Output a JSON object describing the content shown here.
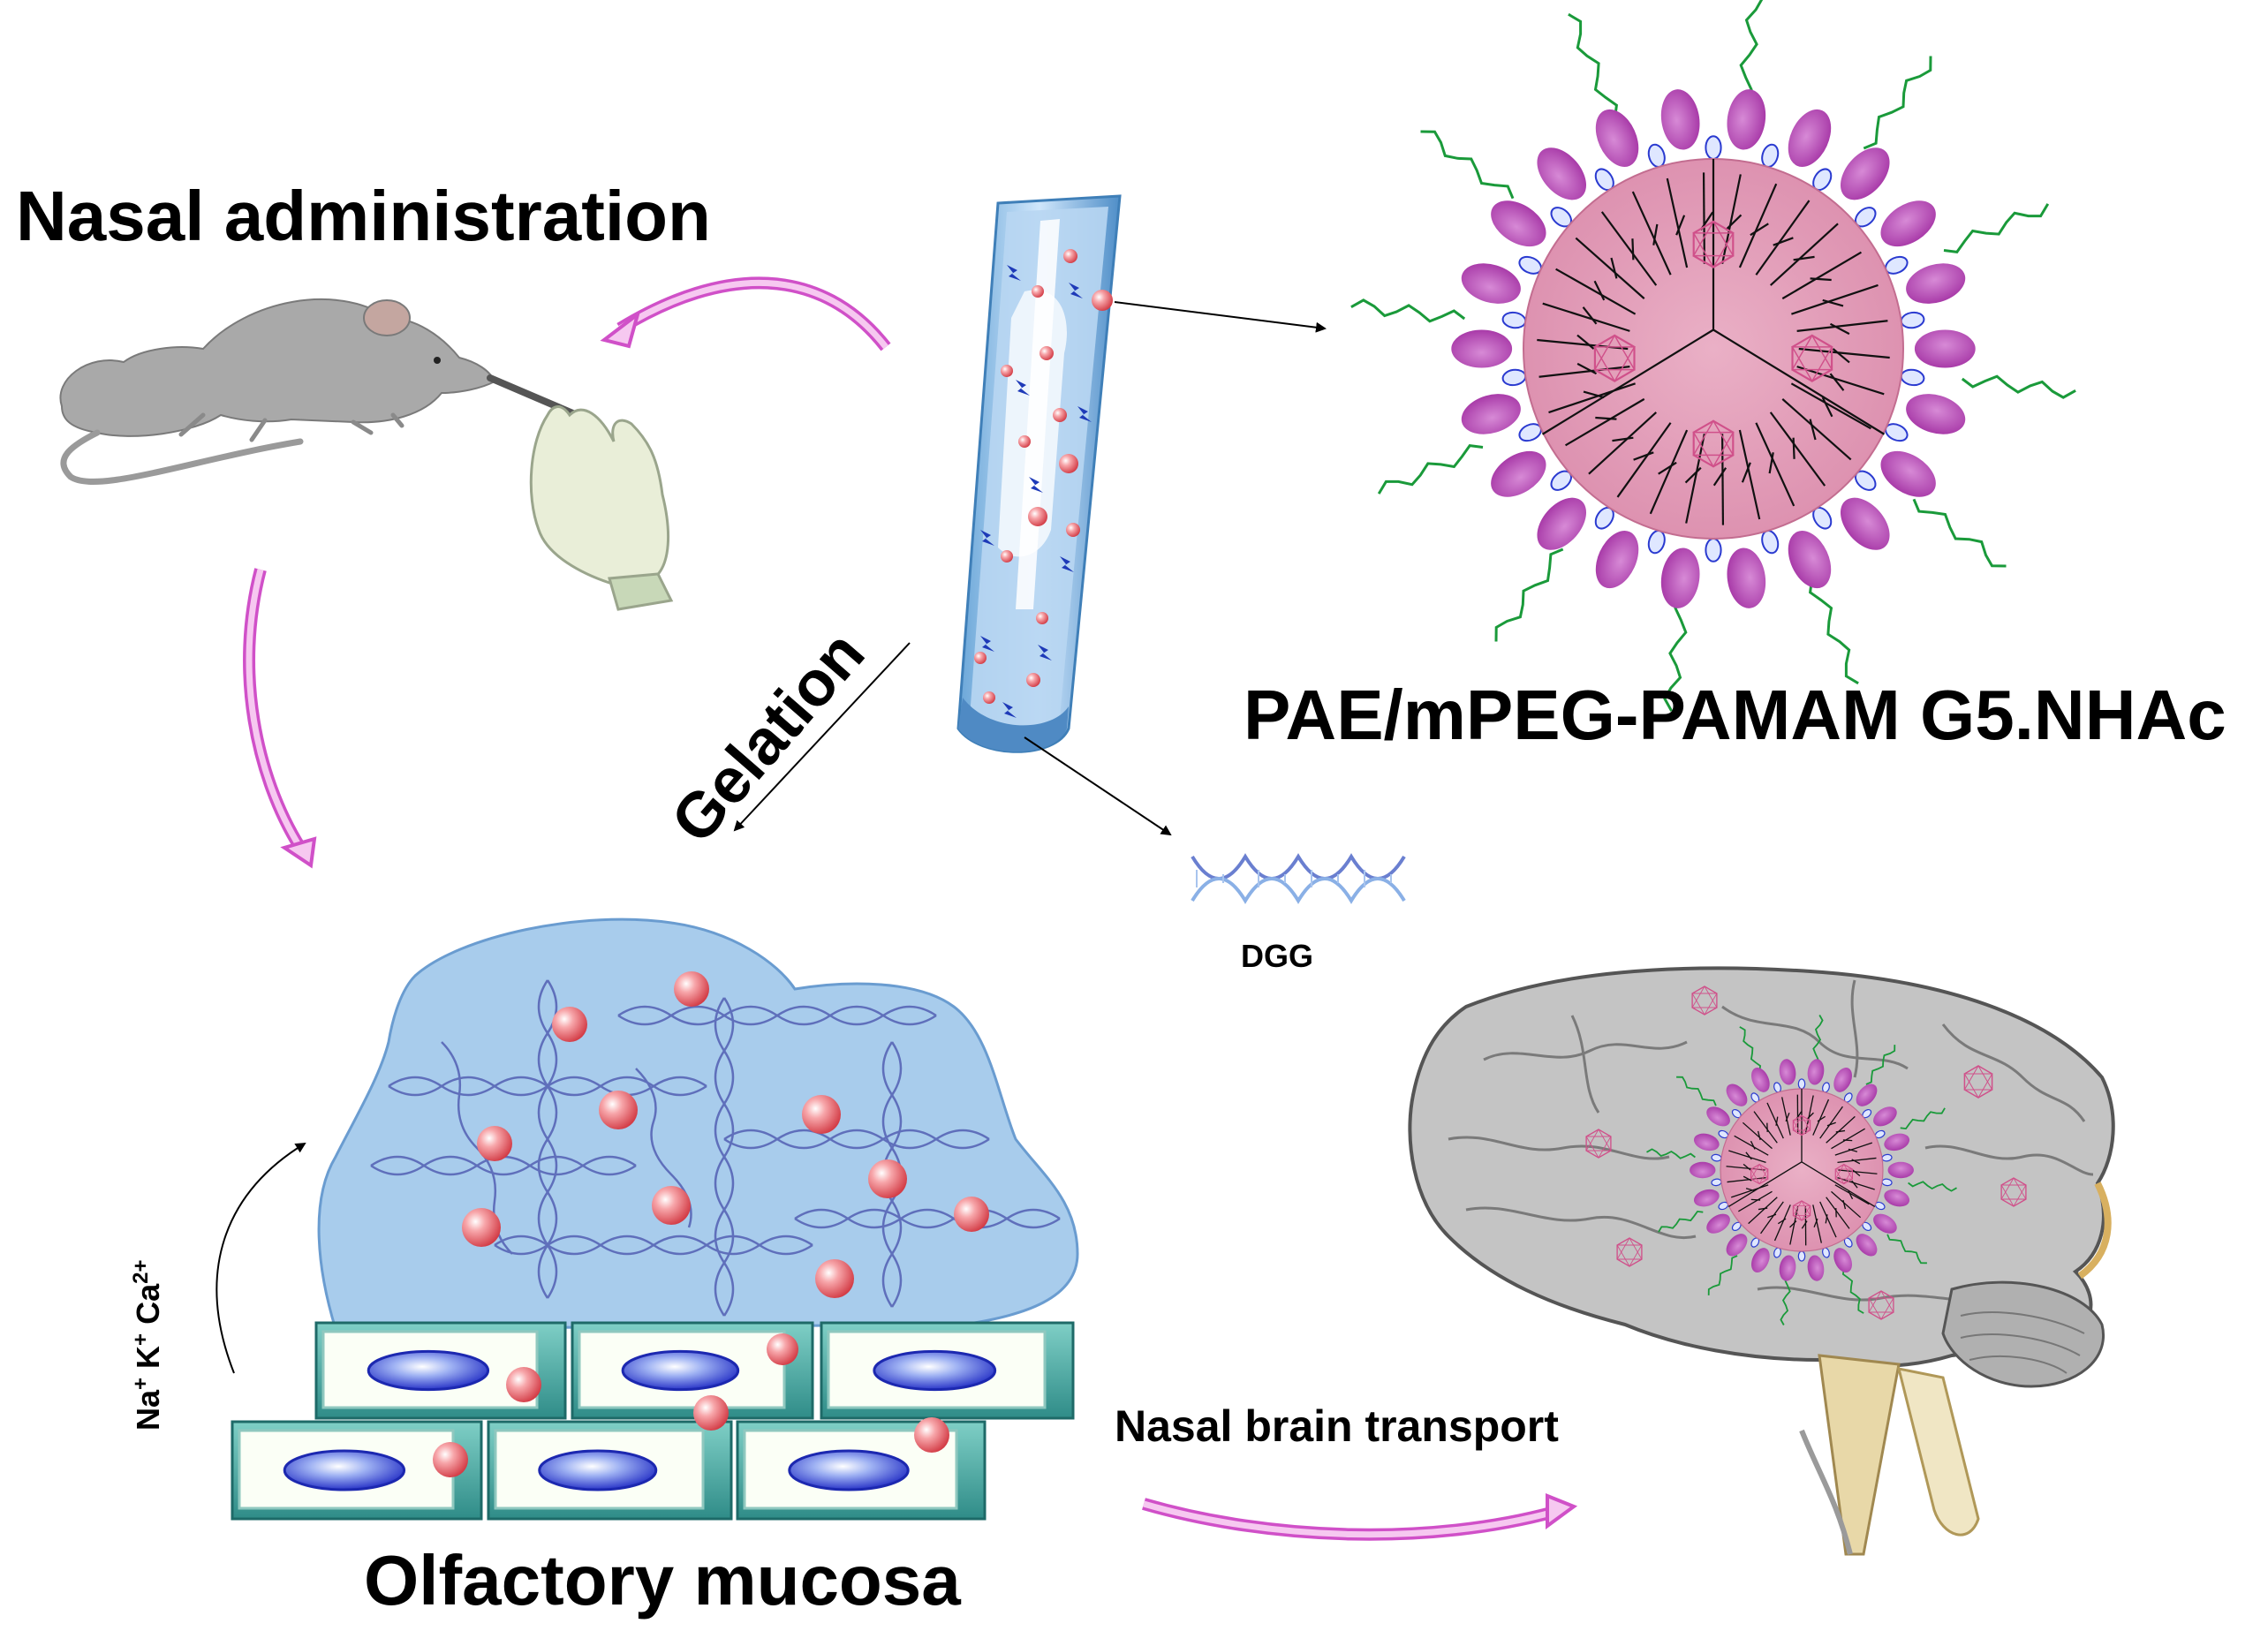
{
  "labels": {
    "nasal_administration": "Nasal administration",
    "gelation": "Gelation",
    "nanoparticle": "PAE/mPEG-PAMAM G5.NHAc",
    "dgg": "DGG",
    "olfactory_mucosa": "Olfactory mucosa",
    "nasal_brain_transport": "Nasal brain transport",
    "ions": {
      "na": "Na",
      "k": "K",
      "ca": "Ca",
      "na_charge": "+",
      "k_charge": "+",
      "ca_charge": "2+"
    }
  },
  "colors": {
    "gel_blue": "#a8ccec",
    "nanoparticle_red": "#e8474f",
    "magenta_arrow": "#e060d0",
    "core_pink": "#e49bb6",
    "petal_purple": "#b64bb5",
    "peg_green": "#1a9a3a",
    "brain_gray": "#c0c0c0",
    "cell_teal": "#4aa8a4",
    "nucleus_blue": "#3a4bd8"
  },
  "icons": [
    "mouse-icon",
    "gloved-hand-pipette-icon",
    "test-tube-icon",
    "dna-helix-icon",
    "brain-icon",
    "nanoparticle-icon"
  ]
}
